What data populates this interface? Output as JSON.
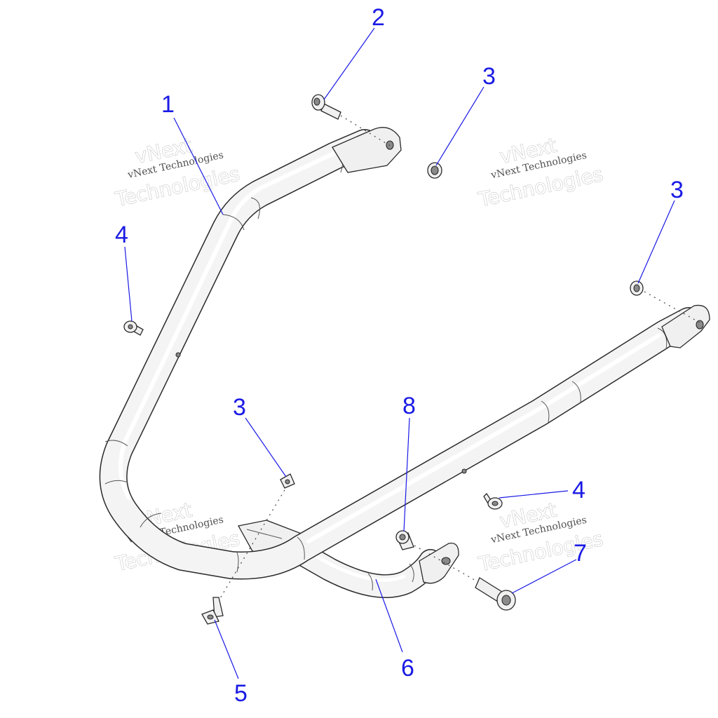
{
  "callouts": [
    {
      "id": "1",
      "label": "1"
    },
    {
      "id": "2",
      "label": "2"
    },
    {
      "id": "3a",
      "label": "3"
    },
    {
      "id": "3b",
      "label": "3"
    },
    {
      "id": "3c",
      "label": "3"
    },
    {
      "id": "4a",
      "label": "4"
    },
    {
      "id": "4b",
      "label": "4"
    },
    {
      "id": "5",
      "label": "5"
    },
    {
      "id": "6",
      "label": "6"
    },
    {
      "id": "7",
      "label": "7"
    },
    {
      "id": "8",
      "label": "8"
    }
  ],
  "watermark": {
    "line1": "vNext",
    "line2": "vNext Technologies",
    "line3": "Technologies"
  },
  "colors": {
    "callout": "#1a1ae6",
    "line": "#2a2a2a",
    "watermark": "#bdbdbd"
  }
}
